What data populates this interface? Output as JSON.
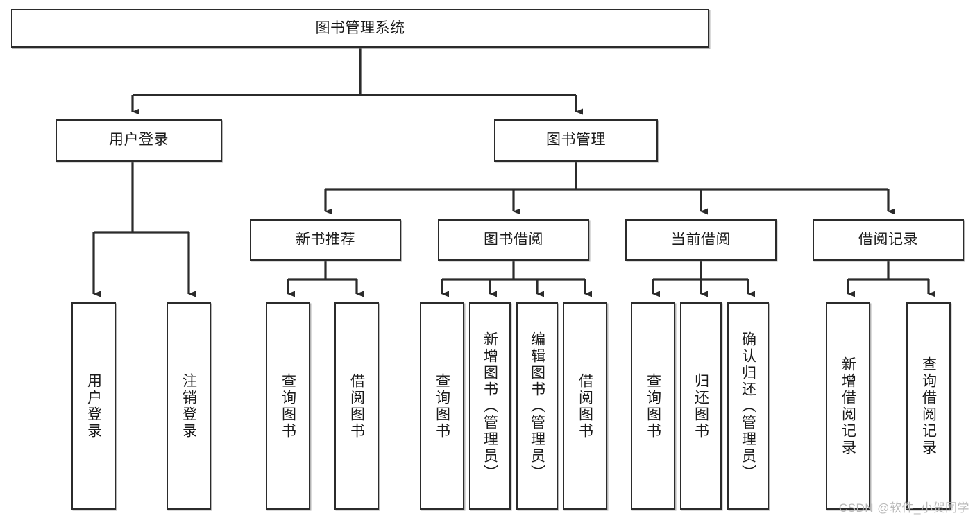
{
  "diagram": {
    "type": "tree-hierarchy",
    "title": "图书管理系统",
    "orientation": "top-down",
    "background_color": "#ffffff",
    "node_border_color": "#2b2b2b",
    "edge_color": "#2b2b2b",
    "nodes": {
      "root": {
        "label": "图书管理系统",
        "level": 0
      },
      "l1_user": {
        "label": "用户登录",
        "level": 1
      },
      "l1_book": {
        "label": "图书管理",
        "level": 1
      },
      "l2_new": {
        "label": "新书推荐",
        "level": 2
      },
      "l2_borrow": {
        "label": "图书借阅",
        "level": 2
      },
      "l2_current": {
        "label": "当前借阅",
        "level": 2
      },
      "l2_record": {
        "label": "借阅记录",
        "level": 2
      },
      "leaf_user_login": {
        "label": "用户登录",
        "level": 3
      },
      "leaf_user_logout": {
        "label": "注销登录",
        "level": 3
      },
      "leaf_new_query": {
        "label": "查询图书",
        "level": 3
      },
      "leaf_new_borrow": {
        "label": "借阅图书",
        "level": 3
      },
      "leaf_borrow_query": {
        "label": "查询图书",
        "level": 3
      },
      "leaf_borrow_add": {
        "label": "新增图书（管理员）",
        "level": 3
      },
      "leaf_borrow_edit": {
        "label": "编辑图书（管理员）",
        "level": 3
      },
      "leaf_borrow_lend": {
        "label": "借阅图书",
        "level": 3
      },
      "leaf_cur_query": {
        "label": "查询图书",
        "level": 3
      },
      "leaf_cur_return": {
        "label": "归还图书",
        "level": 3
      },
      "leaf_cur_confirm": {
        "label": "确认归还（管理员）",
        "level": 3
      },
      "leaf_rec_add": {
        "label": "新增借阅记录",
        "level": 3
      },
      "leaf_rec_query": {
        "label": "查询借阅记录",
        "level": 3
      }
    },
    "edges": [
      {
        "from": "root",
        "to": "l1_user"
      },
      {
        "from": "root",
        "to": "l1_book"
      },
      {
        "from": "l1_user",
        "to": "leaf_user_login"
      },
      {
        "from": "l1_user",
        "to": "leaf_user_logout"
      },
      {
        "from": "l1_book",
        "to": "l2_new"
      },
      {
        "from": "l1_book",
        "to": "l2_borrow"
      },
      {
        "from": "l1_book",
        "to": "l2_current"
      },
      {
        "from": "l1_book",
        "to": "l2_record"
      },
      {
        "from": "l2_new",
        "to": "leaf_new_query"
      },
      {
        "from": "l2_new",
        "to": "leaf_new_borrow"
      },
      {
        "from": "l2_borrow",
        "to": "leaf_borrow_query"
      },
      {
        "from": "l2_borrow",
        "to": "leaf_borrow_add"
      },
      {
        "from": "l2_borrow",
        "to": "leaf_borrow_edit"
      },
      {
        "from": "l2_borrow",
        "to": "leaf_borrow_lend"
      },
      {
        "from": "l2_current",
        "to": "leaf_cur_query"
      },
      {
        "from": "l2_current",
        "to": "leaf_cur_return"
      },
      {
        "from": "l2_current",
        "to": "leaf_cur_confirm"
      },
      {
        "from": "l2_record",
        "to": "leaf_rec_add"
      },
      {
        "from": "l2_record",
        "to": "leaf_rec_query"
      }
    ]
  },
  "watermark": {
    "text": "CSDN @软件_小贺同学"
  }
}
